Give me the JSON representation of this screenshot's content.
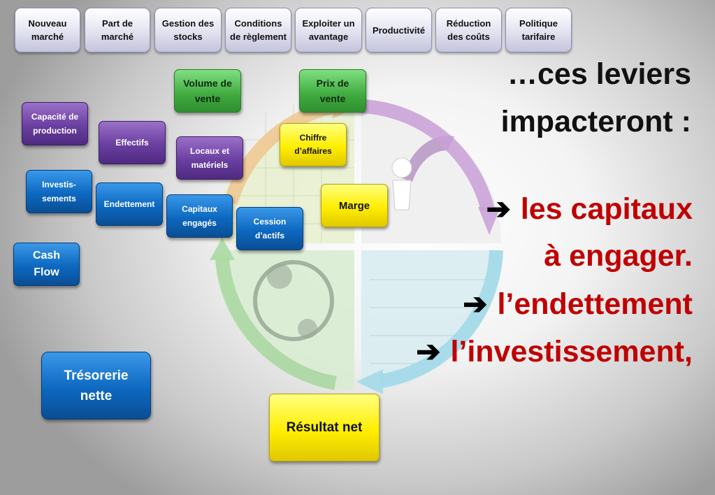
{
  "tabs": [
    "Nouveau\nmarché",
    "Part de\nmarché",
    "Gestion des\nstocks",
    "Conditions\nde règlement",
    "Exploiter un\navantage",
    "Productivité",
    "Réduction\ndes coûts",
    "Politique\ntarifaire"
  ],
  "headline": "…ces leviers\nimpacteront :",
  "impacts": {
    "arrow": "➔",
    "capitaux_1": "les capitaux",
    "capitaux_2": "à engager.",
    "endettement": "l’endettement",
    "investissement": "l’investissement,"
  },
  "diagram": {
    "volume_vente": "Volume de\nvente",
    "prix_vente": "Prix de\nvente",
    "chiffre_affaires": "Chiffre\nd’affaires",
    "marge": "Marge",
    "resultat_net": "Résultat net",
    "capacite_production": "Capacité de\nproduction",
    "effectifs": "Effectifs",
    "locaux_materiels": "Locaux et\nmatériels",
    "investissements": "Investis-\nsements",
    "endettement": "Endettement",
    "capitaux_engages": "Capitaux\nengagés",
    "cession_actifs": "Cession\nd’actifs",
    "cash_flow": "Cash\nFlow",
    "tresorerie_nette": "Trésorerie\nnette"
  },
  "colors": {
    "green": "#3faa3f",
    "yellow": "#ffee00",
    "purple": "#6a3fa0",
    "blue": "#0d68c0",
    "red_text": "#c00000",
    "cycle_violet": "#c9a0d8",
    "cycle_orange": "#f0c890",
    "cycle_green": "#a8d8a0",
    "cycle_cyan": "#a0d8e8"
  }
}
